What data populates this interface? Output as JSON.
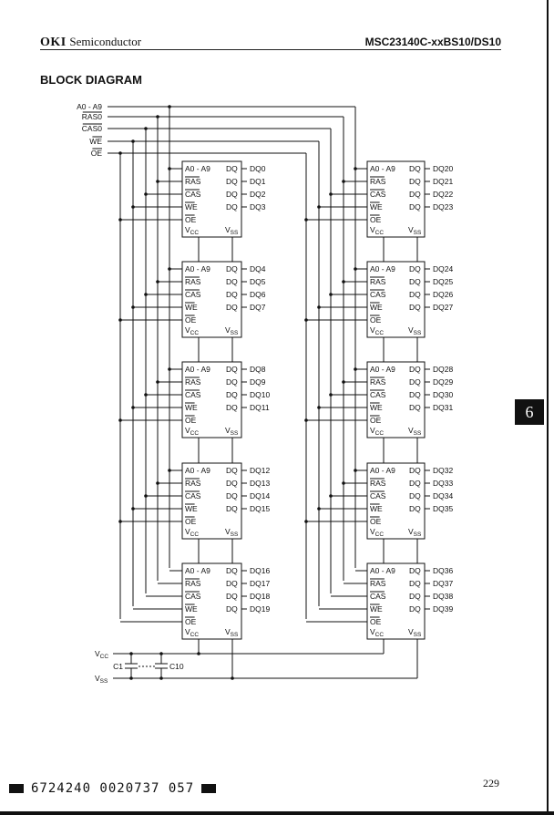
{
  "header": {
    "brand": "OKI",
    "brand_sub": "Semiconductor",
    "part_number": "MSC23140C-xxBS10/DS10"
  },
  "title": "BLOCK DIAGRAM",
  "section_tab": "6",
  "diagram": {
    "input_signals": [
      "A0 - A9",
      "RAS0",
      "CAS0",
      "WE",
      "OE"
    ],
    "input_overbar": [
      false,
      true,
      true,
      true,
      true
    ],
    "chip_pins_left": [
      "A0 - A9",
      "RAS",
      "CAS",
      "WE",
      "OE"
    ],
    "chip_pin_overbar": [
      false,
      true,
      true,
      true,
      true
    ],
    "chip_dq_label": "DQ",
    "chip_vcc": "V",
    "chip_vcc_sub": "CC",
    "chip_vss": "V",
    "chip_vss_sub": "SS",
    "left_column": [
      [
        "DQ0",
        "DQ1",
        "DQ2",
        "DQ3"
      ],
      [
        "DQ4",
        "DQ5",
        "DQ6",
        "DQ7"
      ],
      [
        "DQ8",
        "DQ9",
        "DQ10",
        "DQ11"
      ],
      [
        "DQ12",
        "DQ13",
        "DQ14",
        "DQ15"
      ],
      [
        "DQ16",
        "DQ17",
        "DQ18",
        "DQ19"
      ]
    ],
    "right_column": [
      [
        "DQ20",
        "DQ21",
        "DQ22",
        "DQ23"
      ],
      [
        "DQ24",
        "DQ25",
        "DQ26",
        "DQ27"
      ],
      [
        "DQ28",
        "DQ29",
        "DQ30",
        "DQ31"
      ],
      [
        "DQ32",
        "DQ33",
        "DQ34",
        "DQ35"
      ],
      [
        "DQ36",
        "DQ37",
        "DQ38",
        "DQ39"
      ]
    ],
    "power": {
      "vcc_label": "V",
      "vcc_sub": "CC",
      "vss_label": "V",
      "vss_sub": "SS",
      "cap_first": "C1",
      "cap_last": "C10"
    }
  },
  "footer": {
    "barcode_text": "6724240 0020737 057",
    "page_number": "229"
  }
}
